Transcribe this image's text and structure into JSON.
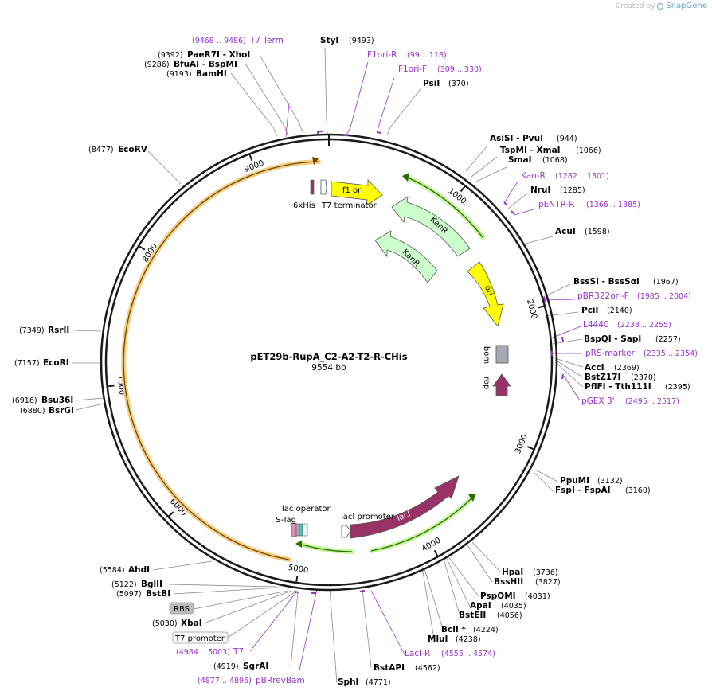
{
  "branding": {
    "created_by": "Created by",
    "product": "SnapGene"
  },
  "plasmid": {
    "name": "pET29b-RupA_C2-A2-T2-R-CHis",
    "length_label": "9554 bp"
  },
  "size_marks": [
    "1000",
    "2000",
    "3000",
    "4000",
    "5000",
    "6000",
    "7000",
    "8000",
    "9000"
  ],
  "sites": [
    {
      "name": "StyI",
      "pos": "(9493)"
    },
    {
      "name": "PsiI",
      "pos": "(370)"
    },
    {
      "name": "AsiSI  - PvuI",
      "pos": "(944)"
    },
    {
      "name": "TspMI  - XmaI",
      "pos": "(1066)"
    },
    {
      "name": "SmaI",
      "pos": "(1068)"
    },
    {
      "name": "NruI",
      "pos": "(1285)"
    },
    {
      "name": "AcuI",
      "pos": "(1598)"
    },
    {
      "name": "BssSI  - BssSαI",
      "pos": "(1967)"
    },
    {
      "name": "PciI",
      "pos": "(2140)"
    },
    {
      "name": "BspQI  - SapI",
      "pos": "(2257)"
    },
    {
      "name": "AccI",
      "pos": "(2369)"
    },
    {
      "name": "BstZ17I",
      "pos": "(2370)"
    },
    {
      "name": "PflFI  - Tth111I",
      "pos": "(2395)"
    },
    {
      "name": "PpuMI",
      "pos": "(3132)"
    },
    {
      "name": "FspI  - FspAI",
      "pos": "(3160)"
    },
    {
      "name": "HpaI",
      "pos": "(3736)"
    },
    {
      "name": "BssHII",
      "pos": "(3827)"
    },
    {
      "name": "PspOMI",
      "pos": "(4031)"
    },
    {
      "name": "ApaI",
      "pos": "(4035)"
    },
    {
      "name": "BstEII",
      "pos": "(4056)"
    },
    {
      "name": "BclI *",
      "pos": "(4224)"
    },
    {
      "name": "MluI",
      "pos": "(4238)"
    },
    {
      "name": "BstAPI",
      "pos": "(4562)"
    },
    {
      "name": "SphI",
      "pos": "(4771)"
    },
    {
      "name": "SgrAI",
      "pos": "(4919)"
    },
    {
      "name": "XbaI",
      "pos": "(5030)"
    },
    {
      "name": "BstBI",
      "pos": "(5097)"
    },
    {
      "name": "BglII",
      "pos": "(5122)"
    },
    {
      "name": "AhdI",
      "pos": "(5584)"
    },
    {
      "name": "BsrGI",
      "pos": "(6880)"
    },
    {
      "name": "Bsu36I",
      "pos": "(6916)"
    },
    {
      "name": "EcoRI",
      "pos": "(7157)"
    },
    {
      "name": "RsrII",
      "pos": "(7349)"
    },
    {
      "name": "EcoRV",
      "pos": "(8477)"
    },
    {
      "name": "BamHI",
      "pos": "(9193)"
    },
    {
      "name": "BfuAI  - BspMI",
      "pos": "(9286)"
    },
    {
      "name": "PaeR7I  - XhoI",
      "pos": "(9392)"
    }
  ],
  "primers": [
    {
      "name": "T7 Term",
      "range": "(9468 .. 9486)"
    },
    {
      "name": "F1ori-R",
      "range": "(99 .. 118)"
    },
    {
      "name": "F1ori-F",
      "range": "(309 .. 330)"
    },
    {
      "name": "Kan-R",
      "range": "(1282 .. 1301)"
    },
    {
      "name": "pENTR-R",
      "range": "(1366 .. 1385)"
    },
    {
      "name": "pBR322ori-F",
      "range": "(1985 .. 2004)"
    },
    {
      "name": "L4440",
      "range": "(2238 .. 2255)"
    },
    {
      "name": "pRS-marker",
      "range": "(2335 .. 2354)"
    },
    {
      "name": "pGEX 3'",
      "range": "(2495 .. 2517)"
    },
    {
      "name": "LacI-R",
      "range": "(4555 .. 4574)"
    },
    {
      "name": "T7",
      "range": "(4984 .. 5003)"
    },
    {
      "name": "pBRrevBam",
      "range": "(4877 .. 4896)"
    }
  ],
  "boxed_labels": {
    "rbs": "RBS",
    "t7_promoter": "T7 promoter"
  },
  "features": {
    "f1_ori": "f1 ori",
    "kanr_outer": "KanR",
    "kanr_inner": "KanR",
    "ori": "ori",
    "laci": "lacI",
    "bom": "bom",
    "rop": "rop",
    "t7_terminator": "T7 terminator",
    "his_tag": "6xHis",
    "laci_promoter": "lacI promoter",
    "lac_operator": "lac operator",
    "s_tag": "S-Tag"
  },
  "colors": {
    "backbone": "#1a1a1a",
    "primer": "#9933cc",
    "f1_ori": "#ffff00",
    "kanr": "#ccffcc",
    "laci": "#993366",
    "orf_halo": "#f5cc80",
    "orf_glow": "#c4f59a",
    "bom": "#a5a9b2"
  }
}
